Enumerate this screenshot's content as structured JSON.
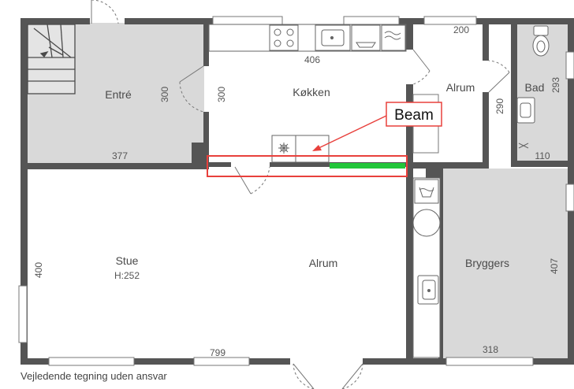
{
  "rooms": {
    "entre": "Entré",
    "kokken": "Køkken",
    "alrum_top": "Alrum",
    "bad": "Bad",
    "stue": "Stue",
    "stue_height": "H:252",
    "alrum_main": "Alrum",
    "bryggers": "Bryggers"
  },
  "dimensions": {
    "entre_width": "377",
    "entre_height": "300",
    "kokken_width": "406",
    "kokken_height": "300",
    "alrum_width": "200",
    "alrum_height": "290",
    "bad_height": "293",
    "bad_width": "110",
    "stue_height": "400",
    "main_width": "799",
    "bryggers_width": "318",
    "bryggers_height": "407"
  },
  "annotation": {
    "beam_label": "Beam",
    "highlight_color": "#e8403c",
    "beam_color": "#22c63a"
  },
  "footer": {
    "note": "Vejledende tegning uden ansvar"
  }
}
